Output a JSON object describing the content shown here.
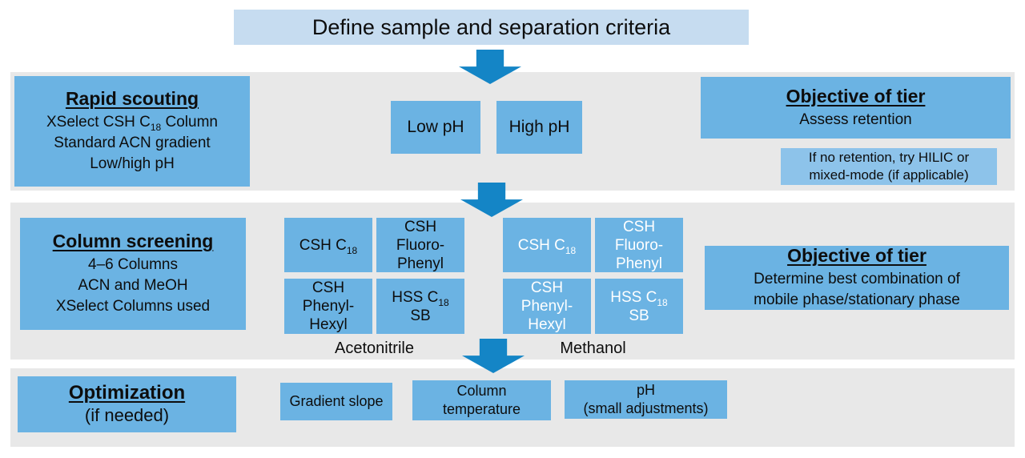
{
  "title": {
    "label": "Define sample and separation criteria"
  },
  "palette": {
    "band_gray": "#e8e8e8",
    "box_blue": "#6bb3e3",
    "title_blue": "#c6dcf0",
    "note_blue": "#8dc3ea",
    "arrow_blue": "#1485c6",
    "text_dark": "#0d0d0d",
    "text_light": "#ffffff"
  },
  "tiers": {
    "scouting": {
      "heading": "Rapid scouting",
      "line1_pre": "XSelect CSH C",
      "line1_sub": "18",
      "line1_post": " Column",
      "line2": "Standard ACN gradient",
      "line3": "Low/high pH",
      "ph_boxes": [
        {
          "label": "Low pH"
        },
        {
          "label": "High pH"
        }
      ],
      "objective_heading": "Objective of tier",
      "objective_body": "Assess retention",
      "note": "If no retention, try HILIC or\nmixed-mode (if applicable)"
    },
    "screening": {
      "heading": "Column screening",
      "line1": "4–6 Columns",
      "line2": "ACN and MeOH",
      "line3": "XSelect Columns used",
      "columns": [
        {
          "pre": "CSH C",
          "sub": "18"
        },
        {
          "text": "CSH\nFluoro-\nPhenyl"
        },
        {
          "text": "CSH\nPhenyl-\nHexyl"
        },
        {
          "pre": "HSS C",
          "sub": "18",
          "line2": "SB"
        }
      ],
      "group_labels": [
        "Acetonitrile",
        "Methanol"
      ],
      "objective_heading": "Objective of tier",
      "objective_body": "Determine best combination of\nmobile phase/stationary phase"
    },
    "optimization": {
      "heading": "Optimization",
      "subheading": "(if needed)",
      "boxes": [
        "Gradient slope",
        "Column\ntemperature",
        "pH\n(small adjustments)"
      ]
    }
  }
}
